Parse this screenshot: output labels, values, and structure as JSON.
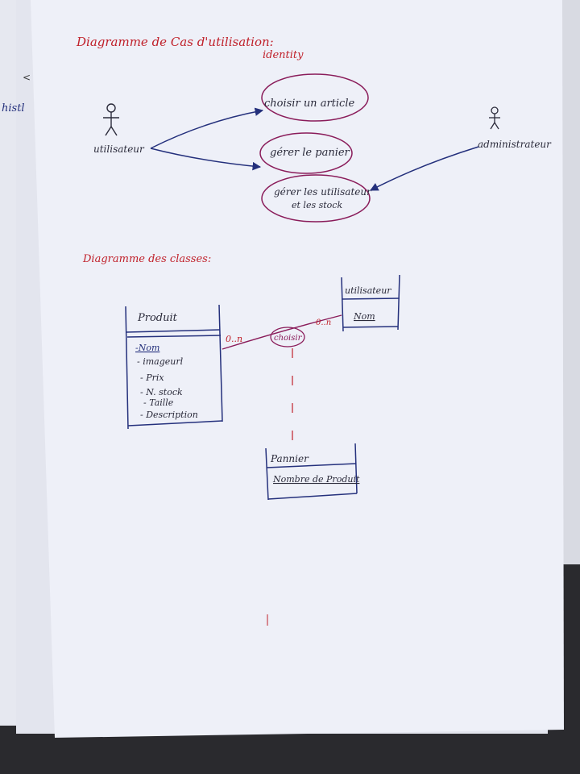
{
  "titles": {
    "use_case": "Diagramme de Cas d'utilisation:",
    "class": "Diagramme des classes:",
    "identity": "identity"
  },
  "edge_mark": "<",
  "edge_text": "histl",
  "actors": {
    "user": "utilisateur",
    "admin": "administrateur"
  },
  "use_cases": {
    "choose": "choisir un article",
    "manage_cart": "gérer le panier",
    "manage_users_line1": "gérer les utilisateur",
    "manage_users_line2": "et les stock"
  },
  "classes": {
    "produit": {
      "name": "Produit",
      "attributes": [
        "-Nom",
        "- imageurl",
        "- Prix",
        "- N. stock",
        "- Taille",
        "- Description"
      ]
    },
    "utilisateur": {
      "name": "utilisateur",
      "attributes": [
        "Nom"
      ]
    },
    "panier": {
      "name": "Pannier",
      "attributes": [
        "Nombre de Produit"
      ]
    }
  },
  "association": {
    "label": "choisir",
    "mult_left": "0..n",
    "mult_right": "0..n"
  },
  "colors": {
    "paper": "#eef0f8",
    "red_ink": "#c0202a",
    "blue_ink": "#24307c",
    "purple_ink": "#8a1c5a",
    "dark_ink": "#2a2a3a"
  }
}
